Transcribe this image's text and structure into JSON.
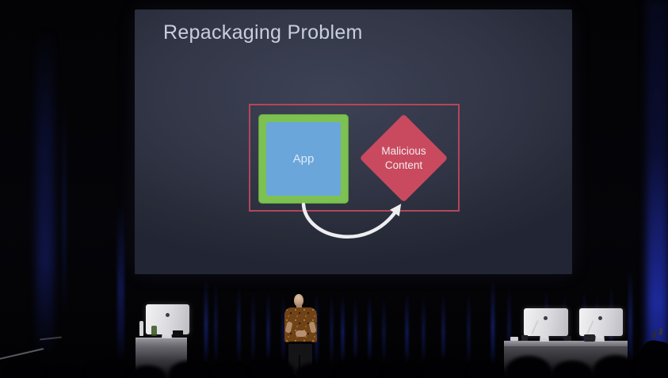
{
  "colors": {
    "frame-red": "#b3465a",
    "diamond-red": "#c94a5e",
    "app-green": "#7cc152",
    "app-blue": "#6ba6da",
    "arrow-white": "#eeeef0",
    "title-text": "#c9cedf",
    "curtain-blue": "#1d2c94"
  },
  "slide": {
    "title": "Repackaging Problem",
    "diagram": {
      "app_label": "App",
      "malicious_label": "Malicious Content"
    }
  },
  "icons": {
    "apple-logo": "circle-dot"
  }
}
